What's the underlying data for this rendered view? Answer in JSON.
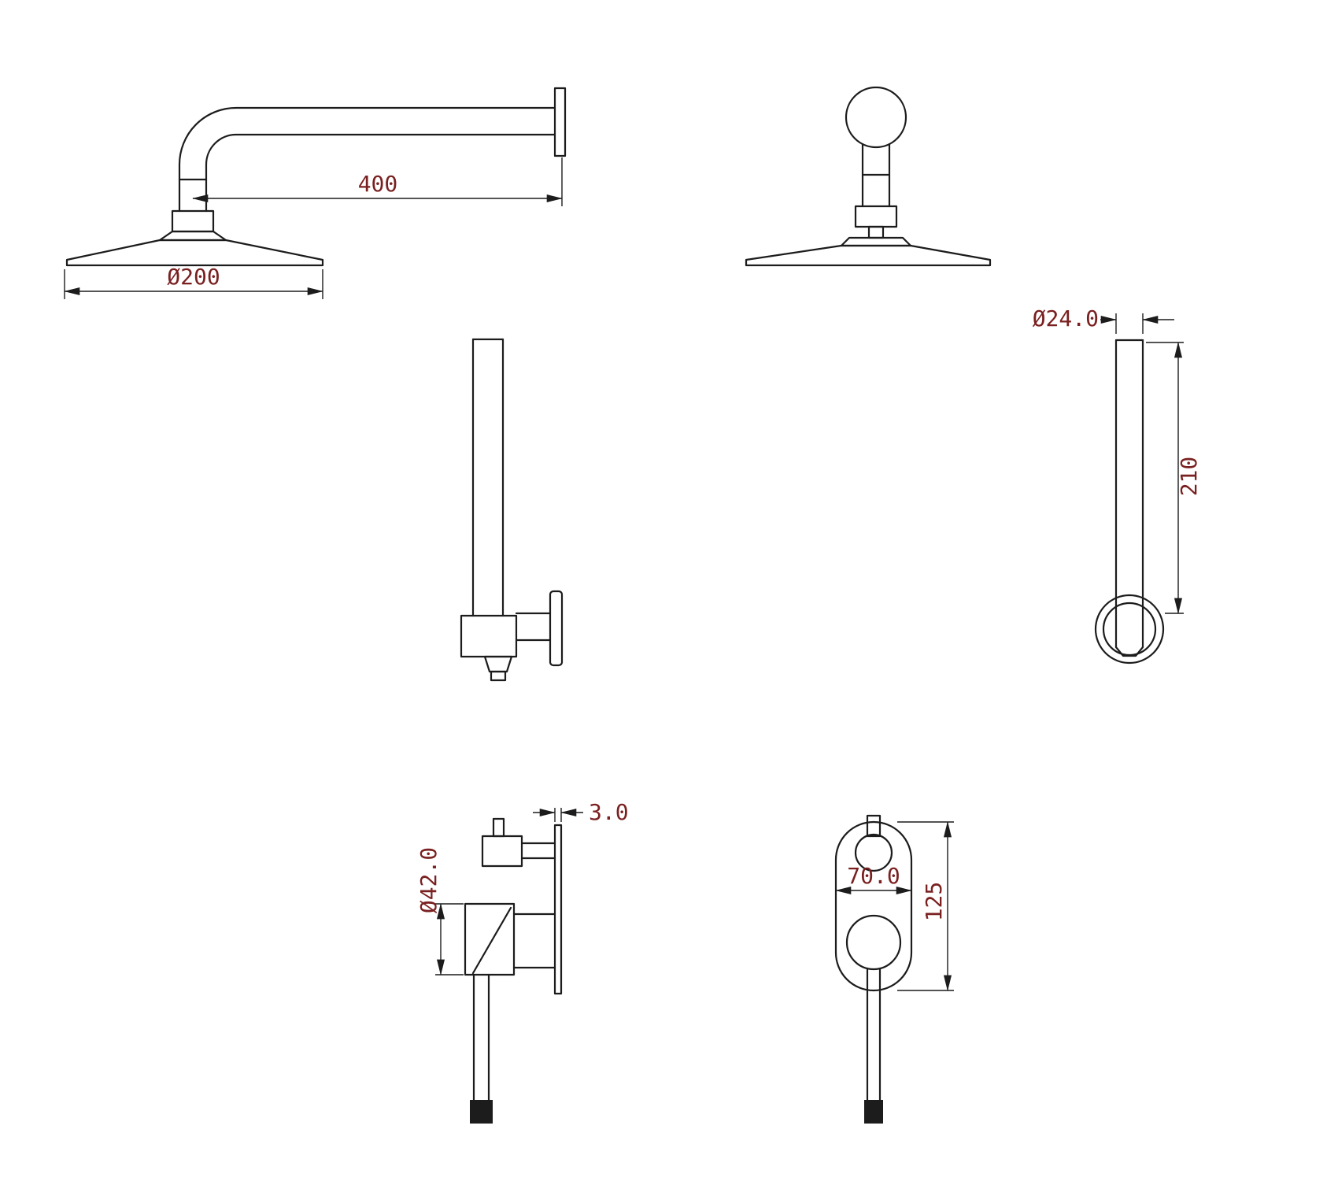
{
  "drawing": {
    "background": "#ffffff",
    "line_color": "#1c1c1c",
    "dim_text_color": "#7a2020",
    "views": {
      "shower_arm_side": {
        "label": "shower arm with head - side view",
        "dim_arm_length": "400",
        "dim_head_diameter": "Ø200"
      },
      "shower_arm_front": {
        "label": "shower arm with head - front view"
      },
      "hand_shower_holder": {
        "label": "hand shower on wall outlet holder - side view"
      },
      "wall_spout": {
        "label": "wall spout - side view",
        "dim_spout_diameter": "Ø24.0",
        "dim_spout_length": "210"
      },
      "mixer_side": {
        "label": "concealed mixer - side view",
        "dim_plate_thickness": "3.0",
        "dim_body_diameter": "Ø42.0"
      },
      "mixer_front": {
        "label": "concealed mixer - front view",
        "dim_plate_width": "70.0",
        "dim_plate_height": "125"
      }
    }
  }
}
